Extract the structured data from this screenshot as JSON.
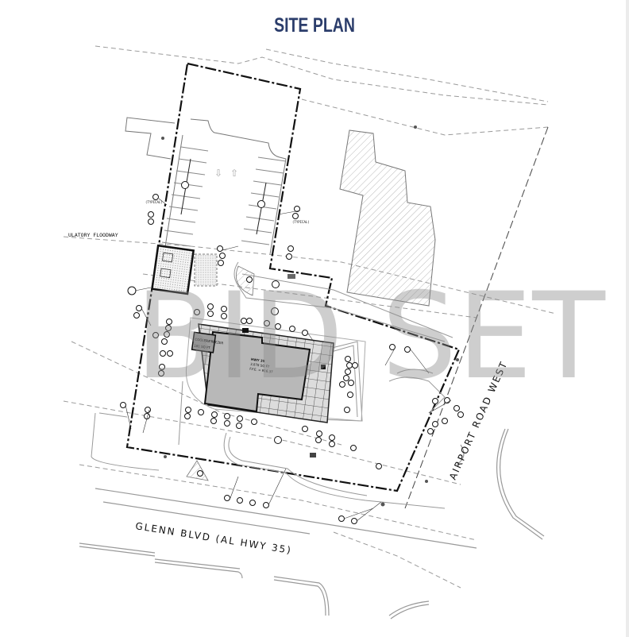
{
  "header": {
    "title": "SITE PLAN"
  },
  "drawing": {
    "watermark": "BID SET",
    "labels": {
      "floodway": "ULATORY FLOODWAY",
      "road_south": "GLENN BLVD (AL HWY 35)",
      "road_east": "AIRPORT ROAD WEST",
      "typical_left": "(TYPICAL)",
      "typical_right": "(TYPICAL)",
      "building_name": "HWY 35",
      "building_area": "3,878 SQ FT",
      "building_ffe": "F.F.E. = 916.37",
      "cooler_label": "COOLER/FREEZER",
      "cooler_area": "181 SQ FT"
    },
    "colors": {
      "title": "#2b3d6b",
      "linework": "#1a1a1a",
      "building_fill": "#b8b8b8",
      "watermark": "#8a8a8a"
    }
  }
}
